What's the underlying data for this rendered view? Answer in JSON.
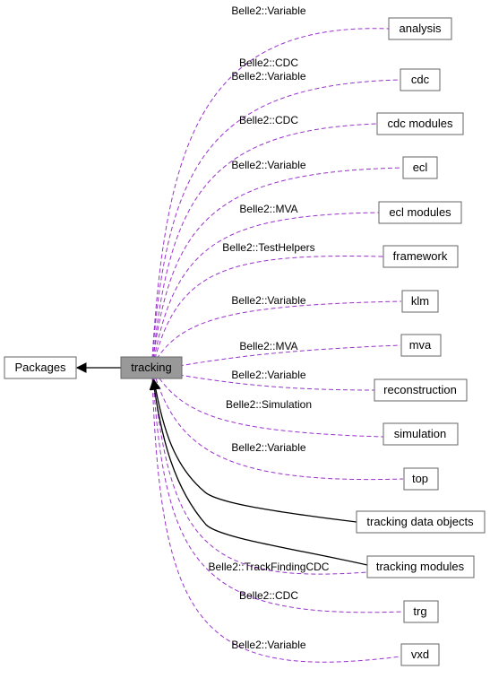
{
  "colors": {
    "dependency_edge": "#9a32cd",
    "structure_edge": "#000000",
    "focus_node_fill": "#999999",
    "node_border": "#666666"
  },
  "nodes": {
    "packages": "Packages",
    "tracking": "tracking",
    "analysis": "analysis",
    "cdc": "cdc",
    "cdc_modules": "cdc modules",
    "ecl": "ecl",
    "ecl_modules": "ecl modules",
    "framework": "framework",
    "klm": "klm",
    "mva": "mva",
    "reconstruction": "reconstruction",
    "simulation": "simulation",
    "top": "top",
    "tracking_data_objects": "tracking data objects",
    "tracking_modules": "tracking modules",
    "trg": "trg",
    "vxd": "vxd"
  },
  "edge_labels": {
    "analysis": "Belle2::Variable",
    "cdc_1": "Belle2::CDC",
    "cdc_2": "Belle2::Variable",
    "cdc_modules": "Belle2::CDC",
    "ecl": "Belle2::Variable",
    "ecl_modules": "Belle2::MVA",
    "framework": "Belle2::TestHelpers",
    "klm": "Belle2::Variable",
    "mva": "Belle2::MVA",
    "reconstruction": "Belle2::Variable",
    "simulation": "Belle2::Simulation",
    "top": "Belle2::Variable",
    "tracking_modules": "Belle2::TrackFindingCDC",
    "trg": "Belle2::CDC",
    "vxd": "Belle2::Variable"
  }
}
